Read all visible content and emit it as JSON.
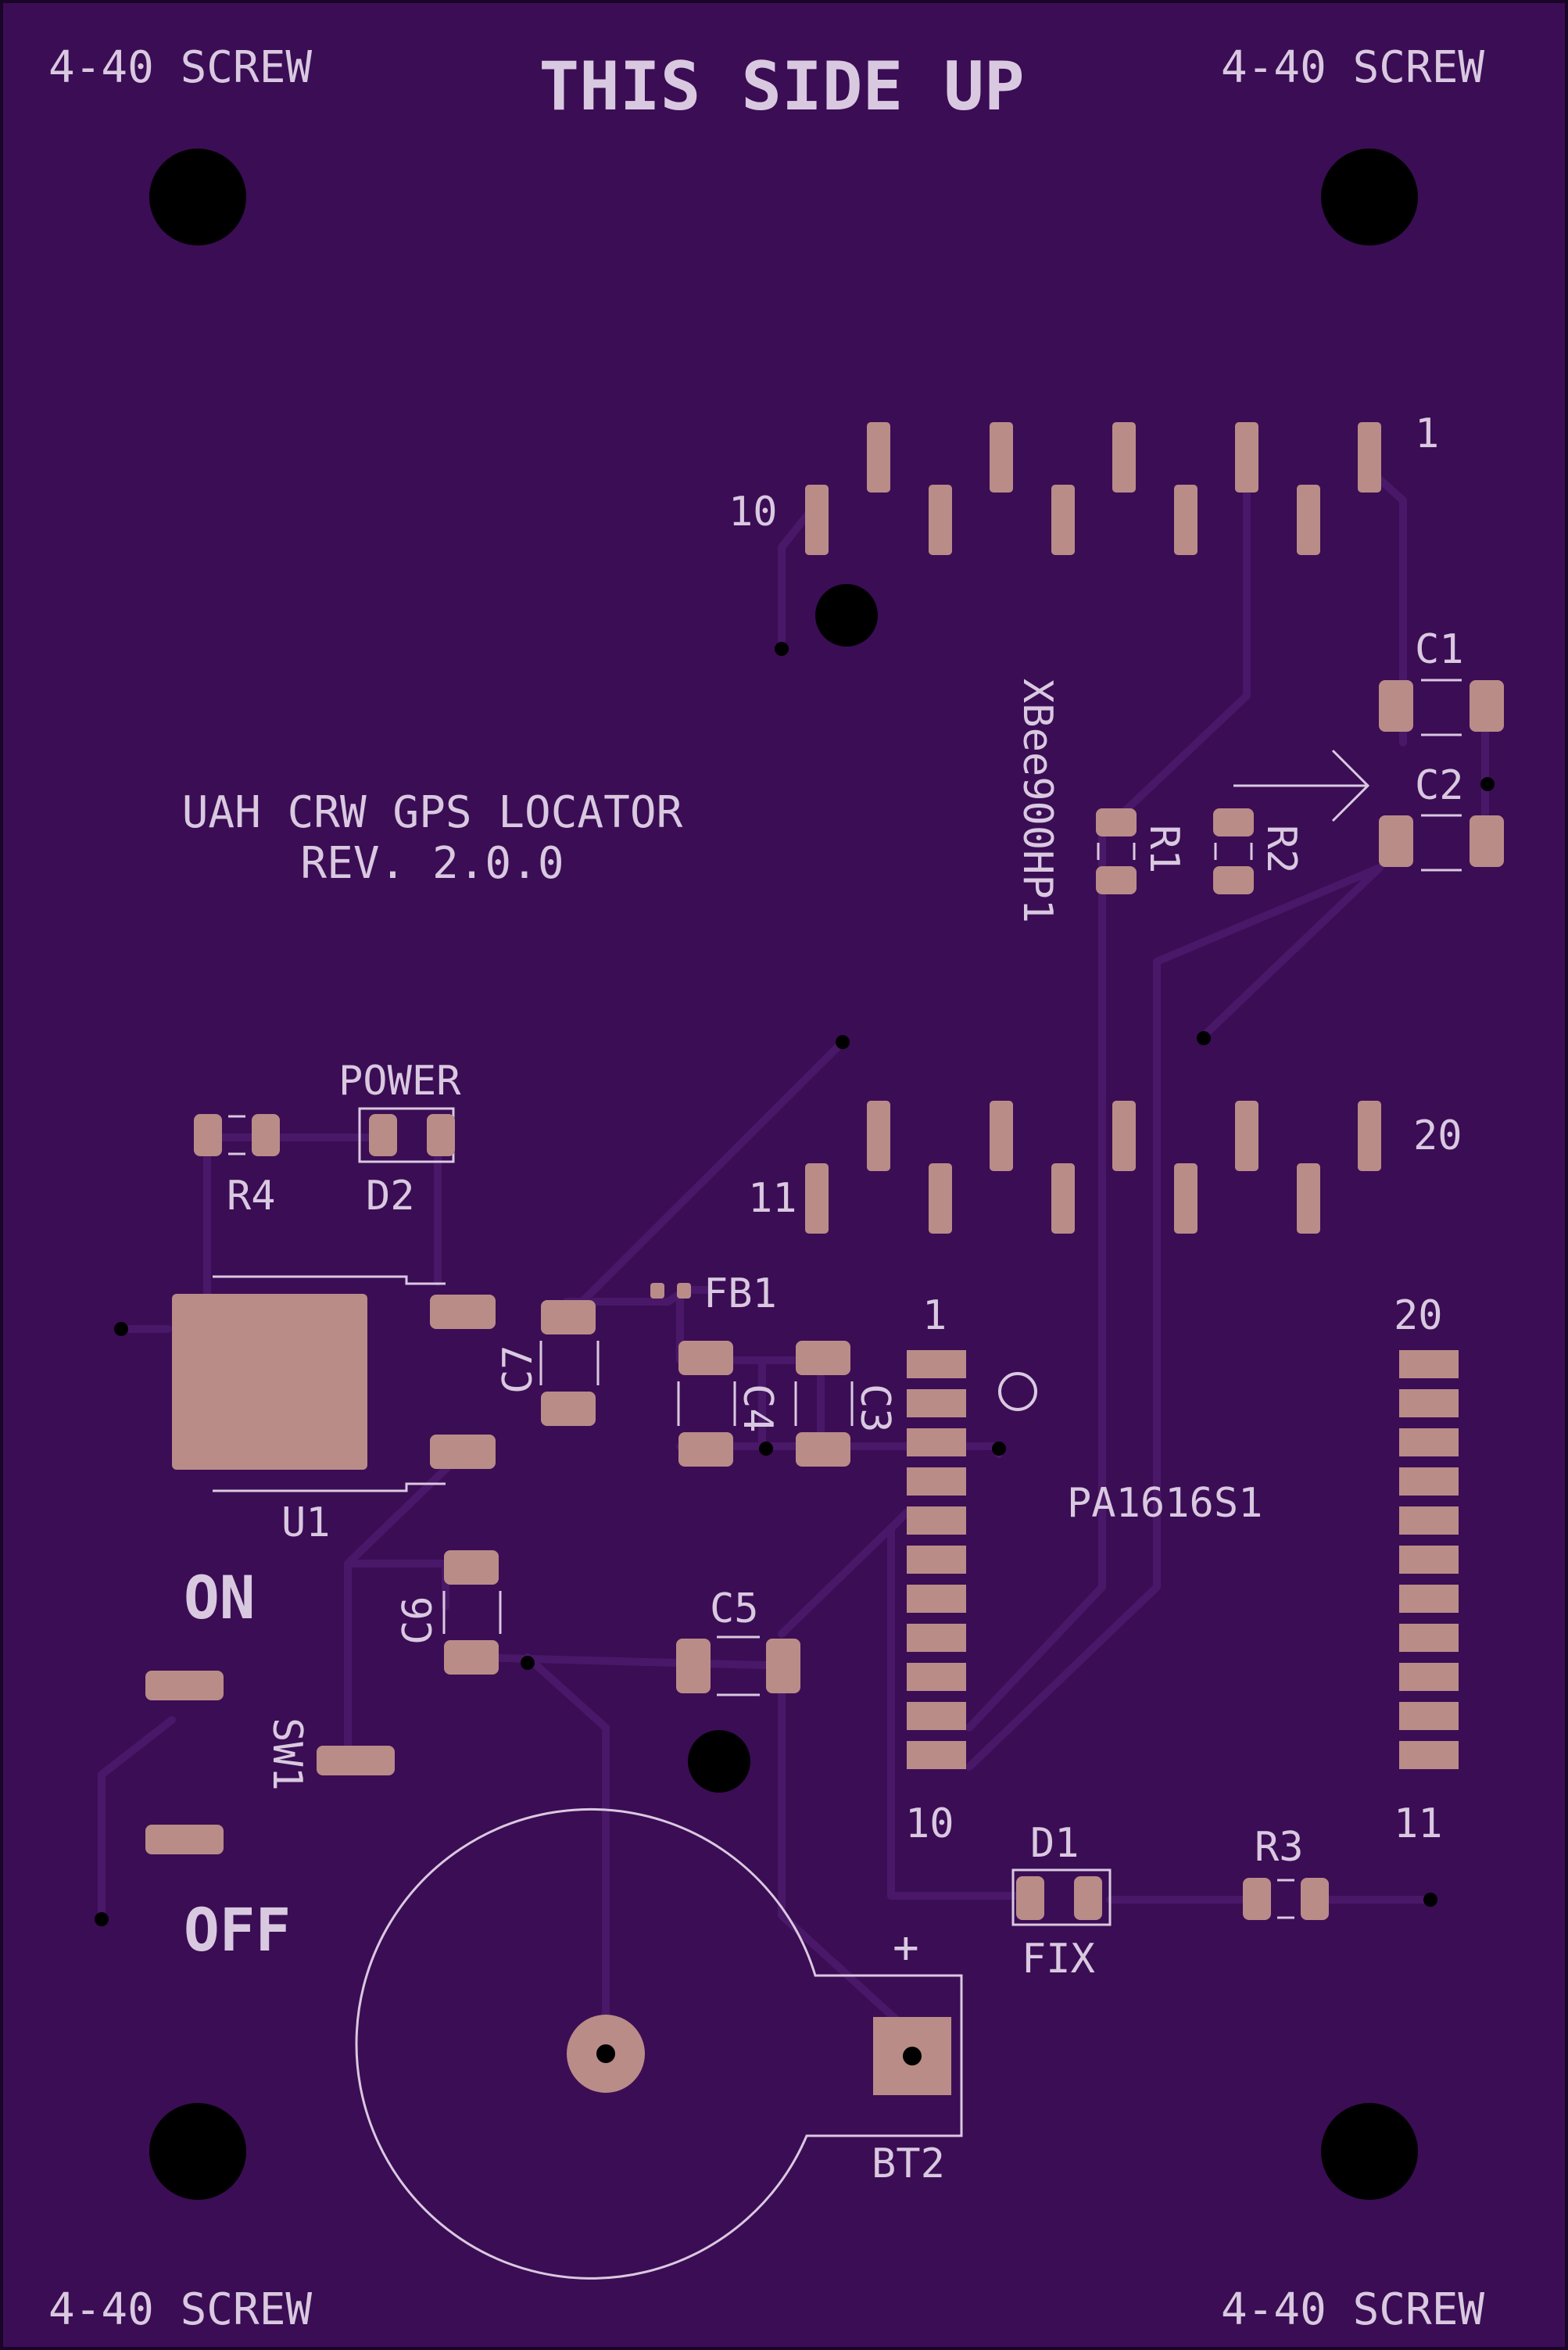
{
  "board": {
    "title": "THIS SIDE UP",
    "project": "UAH CRW GPS LOCATOR",
    "revision": "REV. 2.0.0",
    "screw_labels": [
      "4-40 SCREW",
      "4-40 SCREW",
      "4-40 SCREW",
      "4-40 SCREW"
    ],
    "switch_on": "ON",
    "switch_off": "OFF",
    "colors": {
      "substrate": "#3b0d55",
      "silkscreen": "#d9c9e0",
      "pads": "#b98c88",
      "traces": "#4a1868",
      "holes": "#000000"
    }
  },
  "xbee": {
    "name": "XBee900HP1",
    "pin_1": "1",
    "pin_10": "10",
    "pin_11": "11",
    "pin_20": "20"
  },
  "gps": {
    "name": "PA1616S1",
    "pin_1": "1",
    "pin_10": "10",
    "pin_11": "11",
    "pin_20": "20"
  },
  "refdes": {
    "c1": "C1",
    "c2": "C2",
    "c3": "C3",
    "c4": "C4",
    "c5": "C5",
    "c6": "C6",
    "c7": "C7",
    "r1": "R1",
    "r2": "R2",
    "r3": "R3",
    "r4": "R4",
    "d1": "D1",
    "d2": "D2",
    "u1": "U1",
    "fb1": "FB1",
    "sw1": "SW1",
    "bt2": "BT2"
  },
  "labels": {
    "power": "POWER",
    "fix": "FIX",
    "battery_plus": "+"
  }
}
